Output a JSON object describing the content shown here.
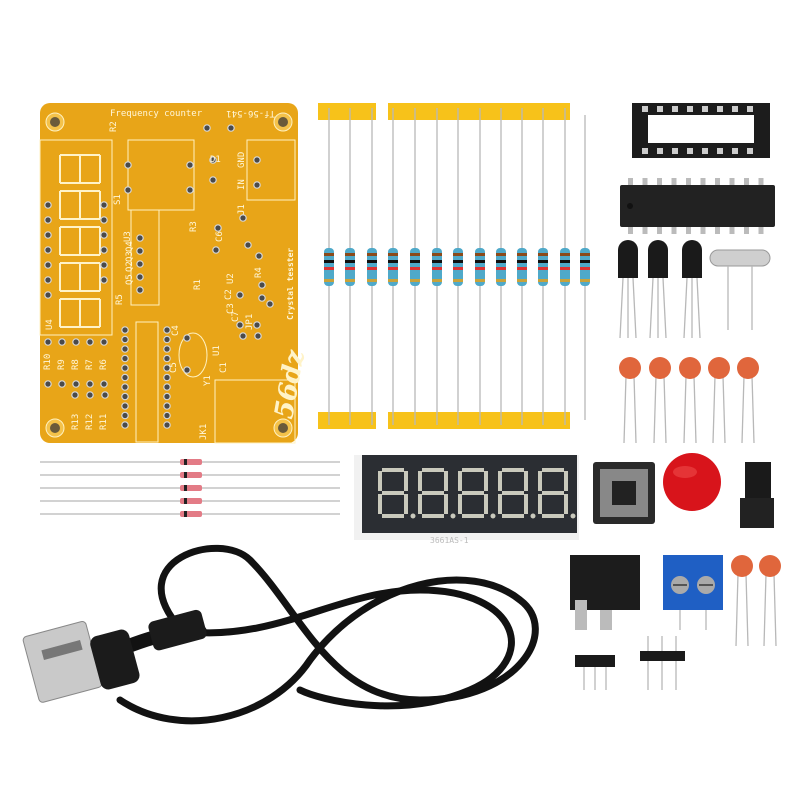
{
  "pcb": {
    "title": "Frequency counter",
    "subtitle": "Crystal tesster",
    "version_mark": "Tf-56-541",
    "logo": "56dz",
    "labels": [
      "R2",
      "S1",
      "U3",
      "Q2",
      "Q3",
      "Q4",
      "Q5",
      "R5",
      "U4",
      "R10",
      "R9",
      "R8",
      "R7",
      "R6",
      "R13",
      "R12",
      "R11",
      "D1",
      "GND",
      "IN",
      "J1",
      "R3",
      "C6",
      "R4",
      "R1",
      "U2",
      "C2",
      "C3",
      "C7",
      "JP1",
      "C4",
      "Y1",
      "U1",
      "C1",
      "C5",
      "JK1"
    ],
    "color": "#e8a518"
  },
  "display": {
    "digits": 5,
    "part_number": "3661AS-1",
    "color": "#2b2e33"
  },
  "colors": {
    "resistor_body": "#4fa9c9",
    "tape": "#f7c21a",
    "ceramic_cap": "#e0663c",
    "button_cap": "#d8141b",
    "terminal_block": "#1f5fc4",
    "cable": "#121212"
  },
  "parts": [
    "resistors",
    "ic-socket",
    "microcontroller-ic",
    "transistors",
    "crystal",
    "ceramic-capacitors",
    "diodes",
    "7-segment-display",
    "tactile-button",
    "button-cap",
    "jumper",
    "dc-jack",
    "screw-terminal",
    "pin-headers",
    "usb-dc-cable"
  ]
}
